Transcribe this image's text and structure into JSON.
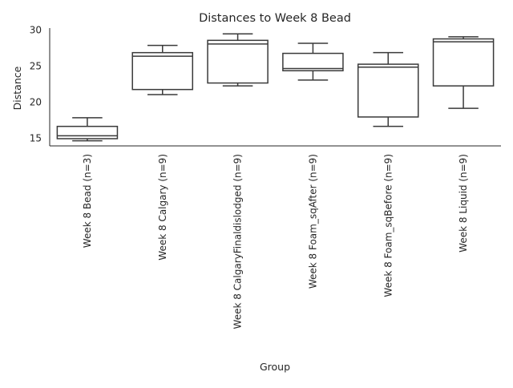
{
  "chart_data": {
    "type": "box",
    "title": "Distances to Week 8 Bead",
    "xlabel": "Group",
    "ylabel": "Distance",
    "ylim": [
      13.9,
      30.2
    ],
    "yticks": [
      15,
      20,
      25,
      30
    ],
    "grid": false,
    "categories": [
      "Week 8 Bead (n=3)",
      "Week 8 Calgary (n=9)",
      "Week 8 CalgaryFinaldislodged (n=9)",
      "Week 8 Foam_sqAfter (n=9)",
      "Week 8 Foam_sqBefore (n=9)",
      "Week 8 Liquid (n=9)"
    ],
    "boxes": [
      {
        "whisker_low": 14.6,
        "q1": 14.9,
        "median": 15.3,
        "q3": 16.6,
        "whisker_high": 17.8
      },
      {
        "whisker_low": 21.0,
        "q1": 21.7,
        "median": 26.3,
        "q3": 26.8,
        "whisker_high": 27.8
      },
      {
        "whisker_low": 22.2,
        "q1": 22.6,
        "median": 28.0,
        "q3": 28.5,
        "whisker_high": 29.4
      },
      {
        "whisker_low": 23.0,
        "q1": 24.3,
        "median": 24.6,
        "q3": 26.7,
        "whisker_high": 28.1
      },
      {
        "whisker_low": 16.6,
        "q1": 17.9,
        "median": 24.8,
        "q3": 25.2,
        "whisker_high": 26.8
      },
      {
        "whisker_low": 19.1,
        "q1": 22.2,
        "median": 28.3,
        "q3": 28.7,
        "whisker_high": 29.0
      }
    ]
  }
}
